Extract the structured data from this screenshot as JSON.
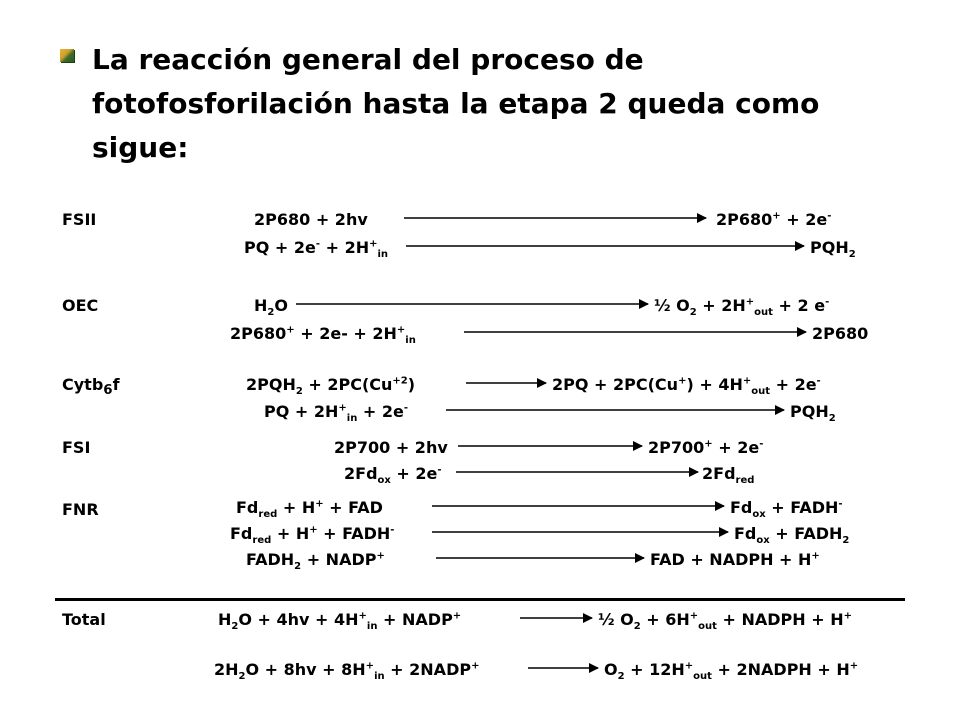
{
  "title": {
    "line1": "La reacción general del proceso de",
    "line2": "fotofosforilación hasta la etapa 2 queda como",
    "line3": "sigue:"
  },
  "labels": {
    "fsii": "FSII",
    "oec": "OEC",
    "cyt_main": "Cytb",
    "cyt_sub": "6",
    "cyt_end": "f",
    "fsi": "FSI",
    "fnr": "FNR",
    "total": "Total"
  },
  "r": {
    "a1": "2P680 + 2hv",
    "a2": "2P680",
    "a3": "+",
    "a4": " + 2e",
    "a5": "-",
    "b1": "PQ + 2e",
    "b2": "-",
    "b3": " + 2H",
    "b4": "+",
    "b5": "in",
    "b6": "PQH",
    "b7": "2",
    "c1": "H",
    "c2": "2",
    "c3": "O",
    "c4": "½ O",
    "c5": "2",
    "c6": " + 2H",
    "c7": "+",
    "c8": "out",
    "c9": " + 2 e",
    "c10": "-",
    "d1": "2P680",
    "d2": "+",
    "d3": " + 2e- + 2H",
    "d4": "+",
    "d5": "in",
    "d6": "2P680",
    "e1": "2PQH",
    "e2": "2",
    "e3": " + 2PC(Cu",
    "e4": "+2",
    "e5": ")",
    "e6": "2PQ + 2PC(Cu",
    "e7": "+",
    "e8": ") + 4H",
    "e9": "+",
    "e10": "out",
    "e11": " + 2e",
    "e12": "-",
    "f1": "PQ + 2H",
    "f2": "+",
    "f3": "in",
    "f4": " + 2e",
    "f5": "-",
    "f6": "PQH",
    "f7": "2",
    "g1": "2P700 + 2hv",
    "g2": "2P700",
    "g3": "+",
    "g4": " + 2e",
    "g5": "-",
    "h1": "2Fd",
    "h2": "ox",
    "h3": " + 2e",
    "h4": "-",
    "h5": "2Fd",
    "h6": "red",
    "i1": "Fd",
    "i2": "red",
    "i3": " + H",
    "i4": "+",
    "i5": " + FAD",
    "i6": "Fd",
    "i7": "ox",
    "i8": " + FADH",
    "i9": "-",
    "j1": "Fd",
    "j2": "red",
    "j3": " + H",
    "j4": "+",
    "j5": " + FADH",
    "j6": "-",
    "j7": "Fd",
    "j8": "ox",
    "j9": " + FADH",
    "j10": "2",
    "k1": "FADH",
    "k2": "2",
    "k3": " + NADP",
    "k4": "+",
    "k5": "FAD + NADPH + H",
    "k6": "+",
    "l1": "H",
    "l2": "2",
    "l3": "O + 4hv + 4H",
    "l4": "+",
    "l5": "in",
    "l6": " + NADP",
    "l7": "+",
    "l8": "½ O",
    "l9": "2",
    "l10": " + 6H",
    "l11": "+",
    "l12": "out",
    "l13": " + NADPH + H",
    "l14": "+",
    "m1": "2H",
    "m2": "2",
    "m3": "O + 8hv + 8H",
    "m4": "+",
    "m5": "in",
    "m6": " + 2NADP",
    "m7": "+",
    "m8": "O",
    "m9": "2",
    "m10": " + 12H",
    "m11": "+",
    "m12": "out",
    "m13": " + 2NADPH + H",
    "m14": "+"
  }
}
